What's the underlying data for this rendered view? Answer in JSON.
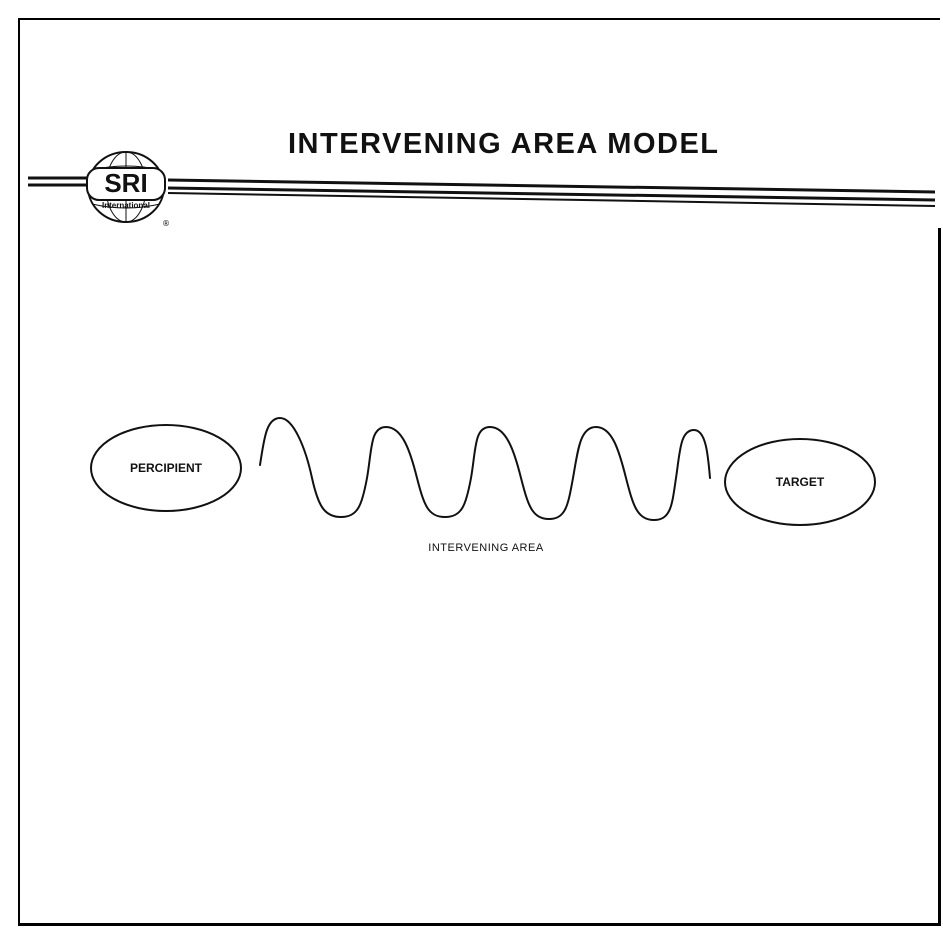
{
  "slide": {
    "title": "INTERVENING AREA MODEL",
    "logo": {
      "text": "SRI",
      "subtext": "International",
      "mark": "®"
    }
  },
  "diagram": {
    "left_node": {
      "label": "PERCIPIENT"
    },
    "right_node": {
      "label": "TARGET"
    },
    "connector": {
      "label": "INTERVENING AREA",
      "shape": "wavy-line",
      "peaks": 5
    }
  },
  "colors": {
    "ink": "#111111",
    "background": "#ffffff"
  }
}
